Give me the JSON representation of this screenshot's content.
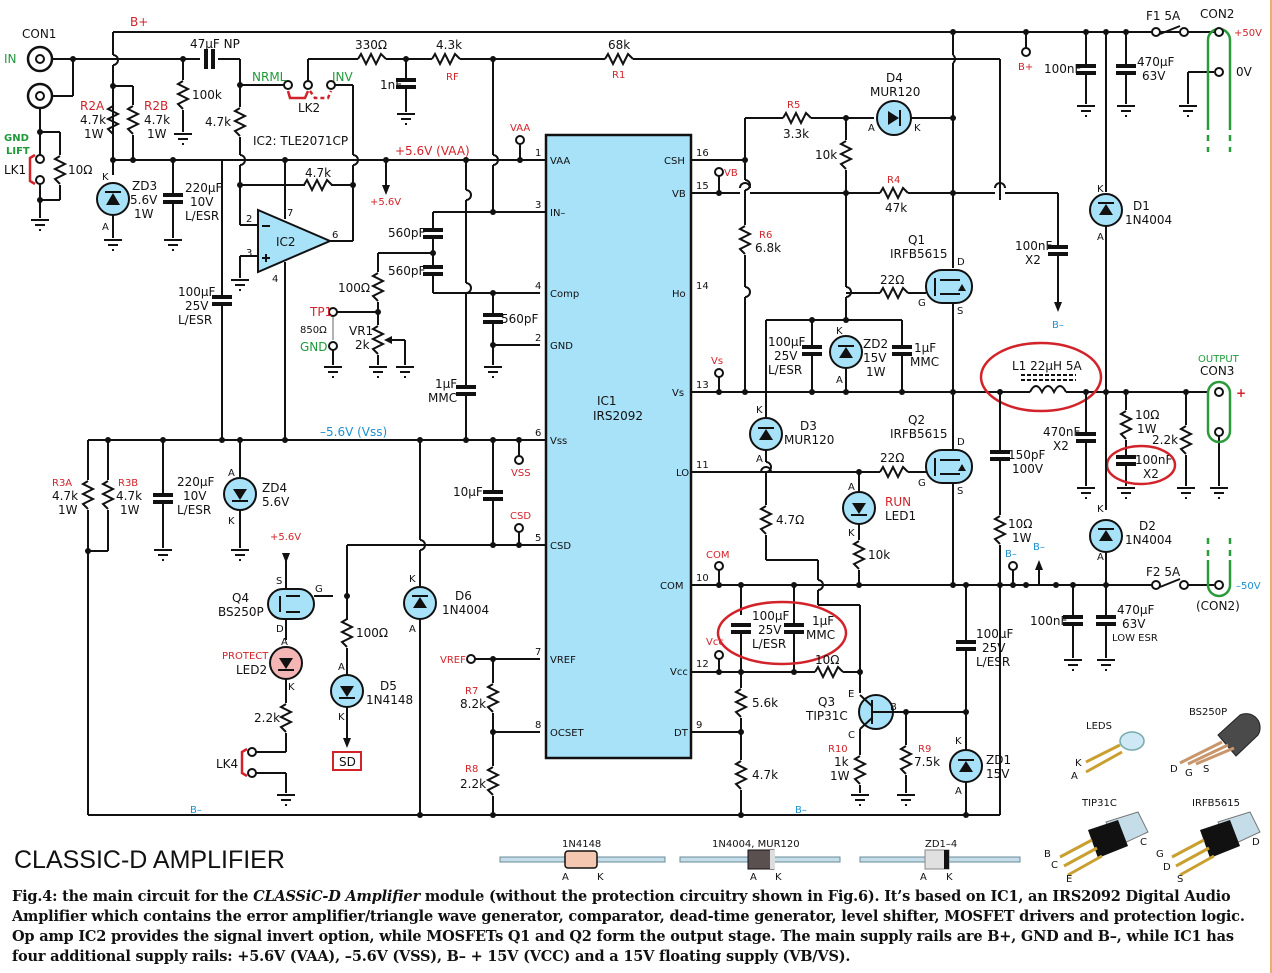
{
  "title": "CLASSIC-D AMPLIFIER",
  "caption": {
    "fig": "Fig.4: the main circuit for the ",
    "italic": "CLASSiC-D Amplifier",
    "rest": " module (without the protection circuitry shown in Fig.6). It’s based on IC1, an IRS2092 Digital Audio Amplifier which contains the error amplifier/triangle wave generator, comparator, dead-time generator, level shifter, MOSFET drivers and protection logic. Op amp IC2 provides the signal invert option, while MOSFETs Q1 and Q2 form the output stage. The main supply rails are B+, GND and B–, while IC1 has four additional supply rails: +5.6V (VAA), –5.6V (VSS), B– + 15V (VCC) and a 15V floating supply (VB/VS)."
  },
  "colors": {
    "wire": "#111111",
    "ic_fill": "#a8e2f8",
    "label_red": "#d2232a",
    "label_green": "#1f9a3a",
    "label_blue": "#1e90d0",
    "highlight": "#d2232a"
  },
  "rails": {
    "bplus": "B+",
    "bminus": "B–",
    "vaa_rail": "+5.6V (VAA)",
    "vss_rail": "–5.6V (Vss)",
    "plus56": "+5.6V",
    "plus50": "+50V",
    "minus50": "–50V",
    "zero": "0V"
  },
  "connectors": {
    "con1": "CON1",
    "in": "IN",
    "gnd_lift": [
      "GND",
      "LIFT"
    ],
    "lk1": "LK1",
    "con2": "CON2",
    "con2b": "(CON2)",
    "con3": "CON3",
    "output": "OUTPUT",
    "plus": "+",
    "lk2": "LK2",
    "nrml": "NRML",
    "inv": "INV",
    "lk4": "LK4",
    "sd": "SD"
  },
  "ic1": {
    "name": "IC1",
    "part": "IRS2092",
    "left_pins": [
      {
        "num": "1",
        "name": "VAA"
      },
      {
        "num": "3",
        "name": "IN–"
      },
      {
        "num": "4",
        "name": "Comp"
      },
      {
        "num": "2",
        "name": "GND"
      },
      {
        "num": "6",
        "name": "Vss"
      },
      {
        "num": "5",
        "name": "CSD"
      },
      {
        "num": "7",
        "name": "VREF"
      },
      {
        "num": "8",
        "name": "OCSET"
      }
    ],
    "right_pins": [
      {
        "num": "16",
        "name": "CSH"
      },
      {
        "num": "15",
        "name": "VB"
      },
      {
        "num": "14",
        "name": "Ho"
      },
      {
        "num": "13",
        "name": "Vs"
      },
      {
        "num": "11",
        "name": "LO"
      },
      {
        "num": "10",
        "name": "COM"
      },
      {
        "num": "12",
        "name": "Vcc"
      },
      {
        "num": "9",
        "name": "DT"
      }
    ]
  },
  "ic2": {
    "name": "IC2",
    "desc": "IC2: TLE2071CP",
    "pins": [
      "2",
      "3",
      "4",
      "6",
      "7"
    ]
  },
  "testpoints": {
    "vaa": "VAA",
    "vb": "VB",
    "vs": "Vs",
    "vss": "VSS",
    "csd": "CSD",
    "com": "COM",
    "vcc": "Vcc",
    "vref": "VREF",
    "tp1": "TP1",
    "gnd": "GND",
    "r850": "850Ω",
    "bplus": "B+",
    "bminus": "B–"
  },
  "components": {
    "c47": "47µF NP",
    "r330": "330Ω",
    "r43k": "4.3k",
    "rf": "RF",
    "r68k": "68k",
    "r1": "R1",
    "c1nf": "1nF",
    "r100k": "100k",
    "r47k_in": "4.7k",
    "r2a": "R2A",
    "r2b": "R2B",
    "r47k": "4.7k",
    "w1": "1W",
    "r10": "10Ω",
    "zd3": "ZD3",
    "v56": "5.6V",
    "c220": "220µF",
    "v10": "10V",
    "lesr": "L/ESR",
    "r47fb": "4.7k",
    "c100": "100µF",
    "v25": "25V",
    "c560a": "560pF",
    "c560b": "560pF",
    "c560c": "560pF",
    "r100": "100Ω",
    "vr1": "VR1",
    "r2k": "2k",
    "c1u": "1µF",
    "mmc": "MMC",
    "r3a": "R3A",
    "r3b": "R3B",
    "zd4": "ZD4",
    "c10u": "10µF",
    "q4": "Q4",
    "q4p": "BS250P",
    "led2": "LED2",
    "protect": "PROTECT",
    "r22k": "2.2k",
    "r100b": "100Ω",
    "d5": "D5",
    "d5p": "1N4148",
    "d6": "D6",
    "d6p": "1N4004",
    "r7": "R7",
    "r7v": "8.2k",
    "r8": "R8",
    "r8v": "2.2k",
    "r5": "R5",
    "r5v": "3.3k",
    "r10k": "10k",
    "d4": "D4",
    "d4p": "MUR120",
    "r4": "R4",
    "r4v": "47k",
    "r6": "R6",
    "r6v": "6.8k",
    "q1": "Q1",
    "q1p": "IRFB5615",
    "r22": "22Ω",
    "c100n_x2": "100nF",
    "x2": "X2",
    "zd2": "ZD2",
    "v15": "15V",
    "d3": "D3",
    "d3p": "MUR120",
    "q2": "Q2",
    "q2p": "IRFB5615",
    "run": "RUN",
    "led1": "LED1",
    "r47o": "4.7Ω",
    "r10k2": "10k",
    "c150p": "150pF",
    "v100": "100V",
    "r10o": "10Ω",
    "l1": "L1 22µH 5A",
    "c470n": "470nF",
    "r22k_out": "2.2k",
    "c100n_out": "100nF",
    "d1": "D1",
    "d1p": "1N4004",
    "d2": "D2",
    "d2p": "1N4004",
    "f1": "F1 5A",
    "f2": "F2 5A",
    "c100n_a": "100nF",
    "c470u": "470µF",
    "v63": "63V",
    "lowesr": "LOW ESR",
    "r56k": "5.6k",
    "r47k_dt": "4.7k",
    "q3": "Q3",
    "q3p": "TIP31C",
    "r10b": "R10",
    "r1k": "1k",
    "r9": "R9",
    "r9v": "7.5k",
    "zd1": "ZD1",
    "r10ohm": "10Ω"
  },
  "pin_letters": {
    "a": "A",
    "k": "K",
    "g": "G",
    "d": "D",
    "s": "S",
    "e": "E",
    "b": "B",
    "c": "C"
  },
  "legend": {
    "diodes": [
      {
        "label": "1N4148"
      },
      {
        "label": "1N4004, MUR120"
      },
      {
        "label": "ZD1–4"
      }
    ],
    "packages": [
      {
        "label": "LEDS",
        "pins": [
          "K",
          "A"
        ]
      },
      {
        "label": "BS250P",
        "pins": [
          "D",
          "G",
          "S"
        ]
      },
      {
        "label": "TIP31C",
        "pins": [
          "B",
          "C",
          "E",
          "C"
        ]
      },
      {
        "label": "IRFB5615",
        "pins": [
          "G",
          "D",
          "S",
          "D"
        ]
      }
    ]
  }
}
